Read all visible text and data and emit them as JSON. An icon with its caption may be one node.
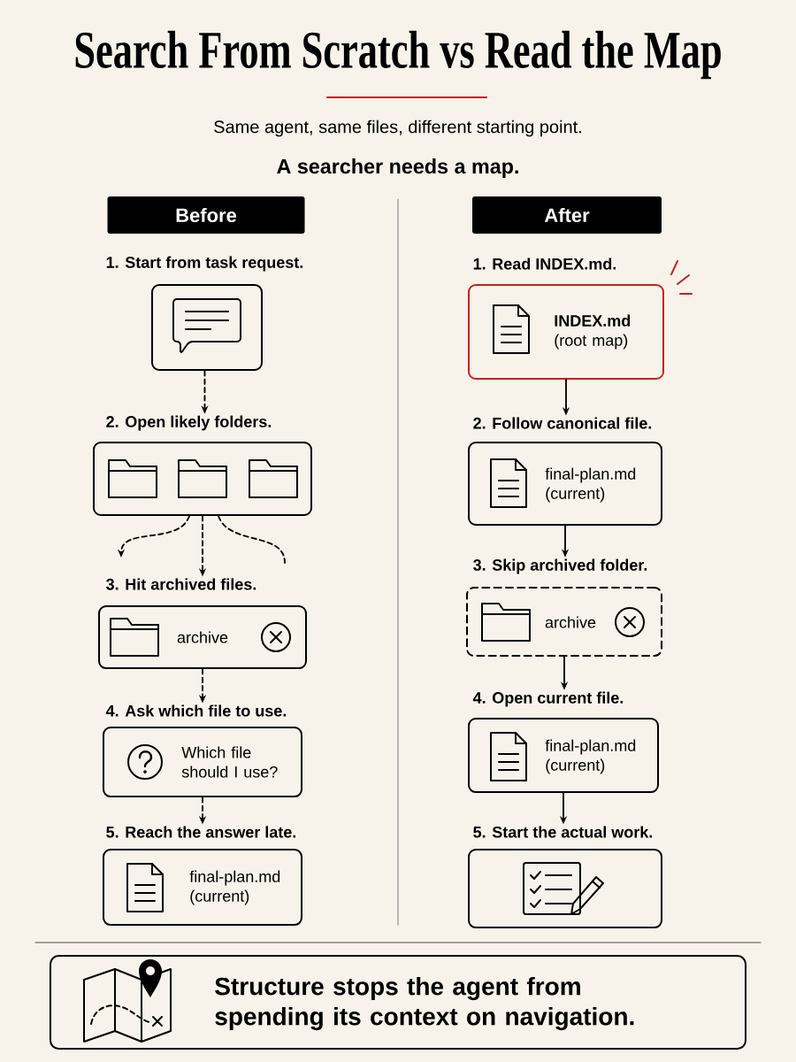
{
  "diagram": {
    "title": "Search From Scratch vs Read the Map",
    "nodes": [
      {
        "text": [
          "Before"
        ]
      },
      {
        "text": [
          "1. Start from task request."
        ]
      },
      {
        "text": [
          "2. Open likely folders."
        ]
      },
      {
        "text": [
          "3. Hit archived files.",
          "archive"
        ]
      },
      {
        "text": [
          "4. Ask which file to use.",
          "Which file should I use?"
        ]
      },
      {
        "text": [
          "5. Reach the answer late.",
          "final-plan.md (current)"
        ]
      },
      {
        "text": [
          "After"
        ]
      },
      {
        "text": [
          "1. Read INDEX.md.",
          "**INDEX.md** (root map)"
        ]
      },
      {
        "text": [
          "2. Follow canonical file.",
          "final-plan.md (current)"
        ]
      },
      {
        "text": [
          "3. Skip archived folder.",
          "archive"
        ]
      },
      {
        "text": [
          "4. Open current file.",
          "final-plan.md (current)"
        ]
      },
      {
        "text": [
          "5. Start the actual work."
        ]
      },
      {
        "text": [
          "Structure stops the agent from spending its context on navigation."
        ]
      }
    ],
    "edges": [
      {
        "from": 1,
        "to": 2,
        "arrow": "to",
        "style": "dashed"
      },
      {
        "from": 2,
        "to": null,
        "arrow": "to",
        "style": "dashed"
      },
      {
        "from": 2,
        "to": 3,
        "arrow": "to",
        "style": "dashed"
      },
      {
        "from": 2,
        "to": null,
        "arrow": "none",
        "style": "dashed"
      },
      {
        "from": 3,
        "to": 4,
        "arrow": "to",
        "style": "dashed"
      },
      {
        "from": 4,
        "to": 5,
        "arrow": "to",
        "style": "dashed"
      },
      {
        "from": 7,
        "to": 8,
        "arrow": "to"
      },
      {
        "from": 8,
        "to": 9,
        "arrow": "to"
      },
      {
        "from": 9,
        "to": 10,
        "arrow": "to"
      },
      {
        "from": 10,
        "to": 11,
        "arrow": "to"
      }
    ],
    "labels": [
      "Same agent, same files, different starting point.",
      "A searcher needs a map."
    ]
  }
}
